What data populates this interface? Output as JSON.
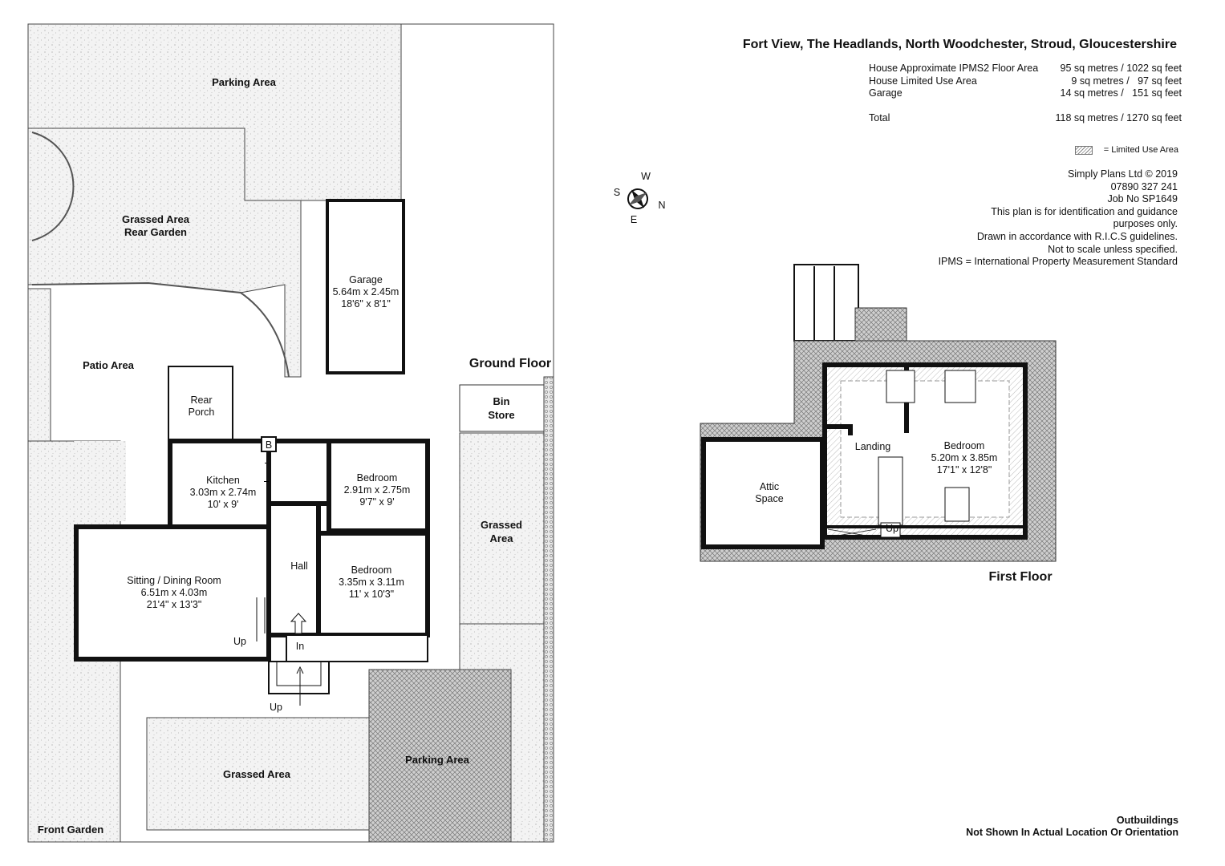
{
  "title": "Fort View, The Headlands, North Woodchester, Stroud, Gloucestershire",
  "areas": [
    {
      "label": "House Approximate IPMS2 Floor Area",
      "value": "95 sq metres / 1022 sq feet"
    },
    {
      "label": "House Limited Use Area",
      "value": "9 sq metres /   97 sq feet"
    },
    {
      "label": "Garage",
      "value": "14 sq metres /   151 sq feet"
    }
  ],
  "total": {
    "label": "Total",
    "value": "118 sq metres / 1270 sq feet"
  },
  "legend": "= Limited Use Area",
  "credits": [
    "Simply Plans Ltd © 2019",
    "07890 327 241",
    "Job No SP1649",
    "This plan is for identification and guidance",
    "purposes only.",
    "Drawn in accordance with R.I.C.S guidelines.",
    "Not to scale unless specified.",
    "IPMS = International Property Measurement Standard"
  ],
  "compass": {
    "n": "N",
    "s": "S",
    "e": "E",
    "w": "W"
  },
  "ground_floor": {
    "heading": "Ground Floor",
    "parking_top": "Parking Area",
    "rear_garden": [
      "Grassed Area",
      "Rear Garden"
    ],
    "patio": "Patio Area",
    "garage": [
      "Garage",
      "5.64m x 2.45m",
      "18'6\" x 8'1\""
    ],
    "rear_porch": [
      "Rear",
      "Porch"
    ],
    "boiler": "B",
    "kitchen": [
      "Kitchen",
      "3.03m x 2.74m",
      "10' x 9'"
    ],
    "bedroom1": [
      "Bedroom",
      "2.91m x 2.75m",
      "9'7\" x 9'"
    ],
    "bedroom2": [
      "Bedroom",
      "3.35m x 3.11m",
      "11' x 10'3\""
    ],
    "sitting": [
      "Sitting / Dining Room",
      "6.51m x 4.03m",
      "21'4\" x 13'3\""
    ],
    "hall": "Hall",
    "up_stairs": "Up",
    "in": "In",
    "up_steps": "Up",
    "bin_store": [
      "Bin",
      "Store"
    ],
    "grassed_right": [
      "Grassed",
      "Area"
    ],
    "grassed_front": "Grassed Area",
    "parking_bottom": "Parking Area",
    "front_garden": "Front Garden"
  },
  "first_floor": {
    "heading": "First Floor",
    "landing": "Landing",
    "bedroom": [
      "Bedroom",
      "5.20m x 3.85m",
      "17'1\" x 12'8\""
    ],
    "attic": [
      "Attic",
      "Space"
    ],
    "up": "Up"
  },
  "outbuildings": [
    "Outbuildings",
    "Not Shown In Actual Location Or Orientation"
  ]
}
